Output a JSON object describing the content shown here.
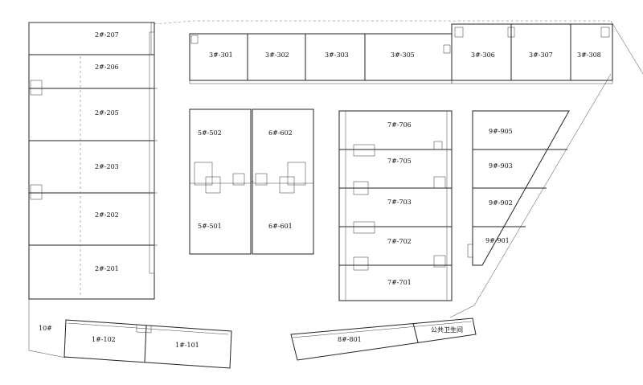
{
  "units": [
    {
      "id": "u207",
      "label": "2#-207"
    },
    {
      "id": "u206",
      "label": "2#-206"
    },
    {
      "id": "u205",
      "label": "2#-205"
    },
    {
      "id": "u203",
      "label": "2#-203"
    },
    {
      "id": "u202",
      "label": "2#-202"
    },
    {
      "id": "u201",
      "label": "2#-201"
    },
    {
      "id": "u301",
      "label": "3#-301"
    },
    {
      "id": "u302",
      "label": "3#-302"
    },
    {
      "id": "u303",
      "label": "3#-303"
    },
    {
      "id": "u305",
      "label": "3#-305"
    },
    {
      "id": "u306",
      "label": "3#-306"
    },
    {
      "id": "u307",
      "label": "3#-307"
    },
    {
      "id": "u308",
      "label": "3#-308"
    },
    {
      "id": "u502",
      "label": "5#-502"
    },
    {
      "id": "u501",
      "label": "5#-501"
    },
    {
      "id": "u602",
      "label": "6#-602"
    },
    {
      "id": "u601",
      "label": "6#-601"
    },
    {
      "id": "u706",
      "label": "7#-706"
    },
    {
      "id": "u705",
      "label": "7#-705"
    },
    {
      "id": "u703",
      "label": "7#-703"
    },
    {
      "id": "u702",
      "label": "7#-702"
    },
    {
      "id": "u701",
      "label": "7#-701"
    },
    {
      "id": "u905",
      "label": "9#-905"
    },
    {
      "id": "u903",
      "label": "9#-903"
    },
    {
      "id": "u902",
      "label": "9#-902"
    },
    {
      "id": "u901",
      "label": "9#-901"
    },
    {
      "id": "u10",
      "label": "10#"
    },
    {
      "id": "u102",
      "label": "1#-102"
    },
    {
      "id": "u101",
      "label": "1#-101"
    },
    {
      "id": "u801",
      "label": "8#-801"
    },
    {
      "id": "wc",
      "label": "公共卫生间"
    }
  ]
}
